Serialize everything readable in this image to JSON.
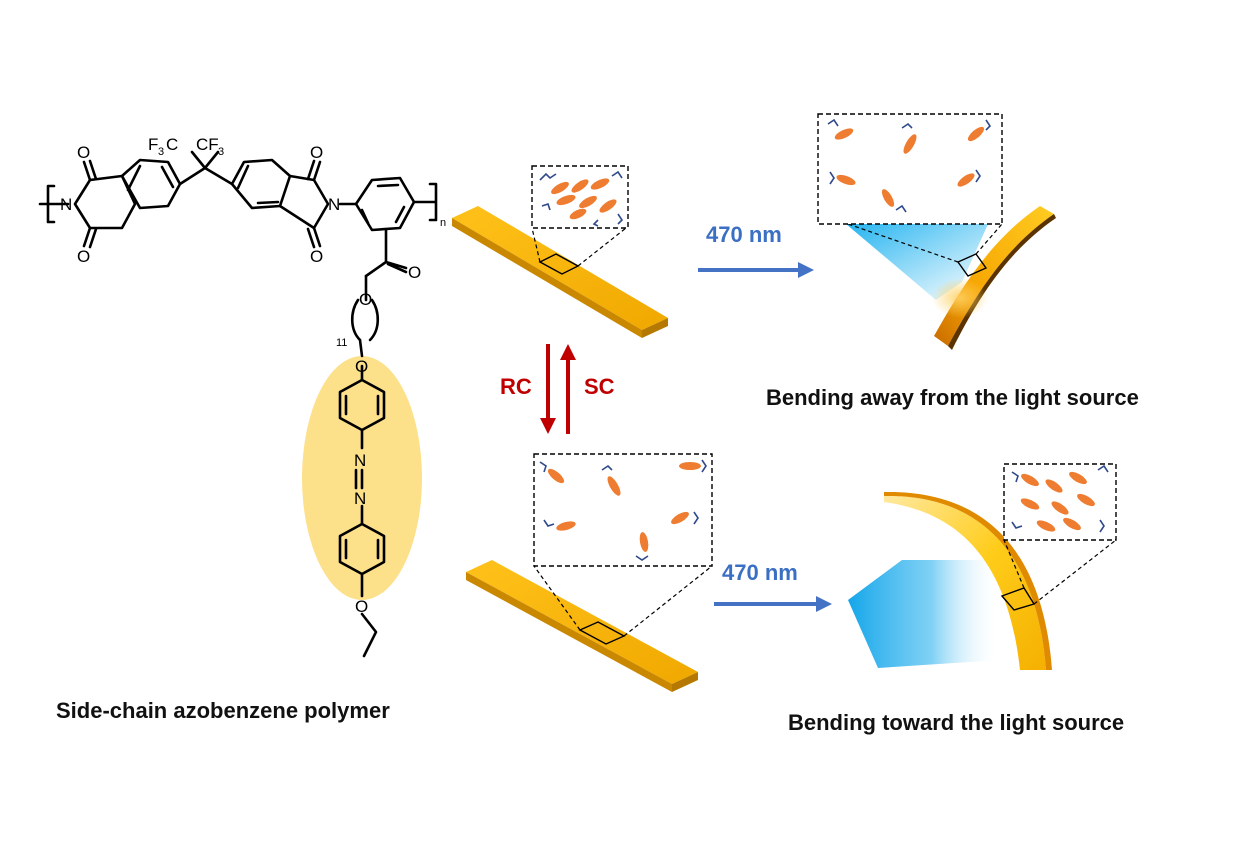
{
  "polymer": {
    "caption": "Side-chain azobenzene polymer",
    "labels": {
      "cf3_left": "F",
      "cf3_left_sub": "3",
      "cf3_left_c": "C",
      "cf3_right": "CF",
      "cf3_right_sub": "3",
      "n_left": "N",
      "n_right": "N",
      "o1": "O",
      "o2": "O",
      "o3": "O",
      "o4": "O",
      "o_ester_double": "O",
      "o_ester": "O",
      "o_ether": "O",
      "o_end": "O",
      "azo_n1": "N",
      "azo_n2": "N",
      "repeat_n": "n",
      "spacer_count": "11"
    },
    "highlight_color": "#fde08a"
  },
  "conditions": {
    "down_label": "RC",
    "up_label": "SC",
    "arrow_color": "#c00000"
  },
  "top_path": {
    "wavelength": "470 nm",
    "caption": "Bending away from the light source"
  },
  "bottom_path": {
    "wavelength": "470 nm",
    "caption": "Bending toward the light source"
  },
  "colors": {
    "film": "#f5b400",
    "film_dark": "#c98800",
    "mesogen": "#ee7d31",
    "chain": "#2f4a8a",
    "light_arrow": "#4472c4",
    "light_beam": "#19a8e6"
  }
}
